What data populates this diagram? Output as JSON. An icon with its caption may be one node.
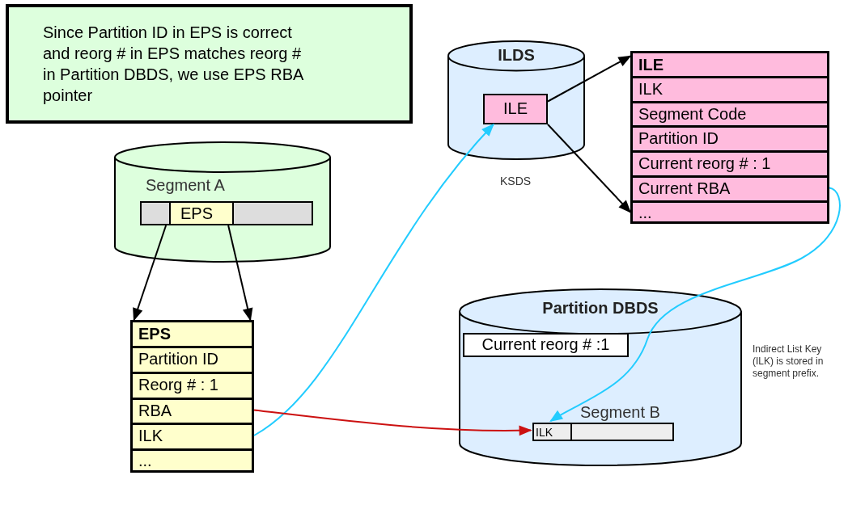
{
  "diagram": {
    "nodes": [
      {
        "text": [
          "Since Partition ID in EPS is correct and reorg # in EPS matches reorg # in Partition DBDS, we use EPS RBA pointer"
        ]
      },
      {
        "text": [
          "Segment A"
        ]
      },
      {
        "text": [
          "EPS"
        ],
        "in": 1
      },
      {
        "text": [
          "EPS"
        ]
      },
      {
        "text": [
          "Partition ID"
        ],
        "in": 3
      },
      {
        "text": [
          "Reorg # : 1"
        ],
        "in": 3
      },
      {
        "text": [
          "RBA"
        ],
        "in": 3
      },
      {
        "text": [
          "ILK"
        ],
        "in": 3
      },
      {
        "text": [
          "..."
        ],
        "in": 3
      },
      {
        "text": [
          "ILDS"
        ],
        "beside": [
          "KSDS"
        ]
      },
      {
        "text": [
          "ILE"
        ],
        "in": 9
      },
      {
        "text": [
          "ILE"
        ]
      },
      {
        "text": [
          "ILK"
        ],
        "in": 11
      },
      {
        "text": [
          "Segment Code"
        ],
        "in": 11
      },
      {
        "text": [
          "Partition ID"
        ],
        "in": 11
      },
      {
        "text": [
          "Current reorg # : 1"
        ],
        "in": 11
      },
      {
        "text": [
          "Current RBA"
        ],
        "in": 11
      },
      {
        "text": [
          "..."
        ],
        "in": 11
      },
      {
        "text": [
          "Partition DBDS"
        ]
      },
      {
        "text": [
          "Current reorg # :1"
        ],
        "in": 18
      },
      {
        "text": [
          "Segment B"
        ],
        "in": 18
      },
      {
        "text": [
          "ILK"
        ],
        "in": 20
      }
    ],
    "edges": [
      {
        "from": 2,
        "to": 3,
        "arrow": "to"
      },
      {
        "from": 2,
        "to": 3,
        "arrow": "to"
      },
      {
        "from": 7,
        "to": 10,
        "arrow": "to",
        "color": "#22ccff"
      },
      {
        "from": 10,
        "to": 11,
        "arrow": "to"
      },
      {
        "from": 10,
        "to": 17,
        "arrow": "to"
      },
      {
        "from": 16,
        "to": 21,
        "arrow": "to",
        "color": "#22ccff"
      },
      {
        "from": 6,
        "to": 21,
        "arrow": "to",
        "color": "#cc1111"
      }
    ],
    "labels": [
      "Indirect List Key (ILK) is stored in segment prefix."
    ]
  }
}
